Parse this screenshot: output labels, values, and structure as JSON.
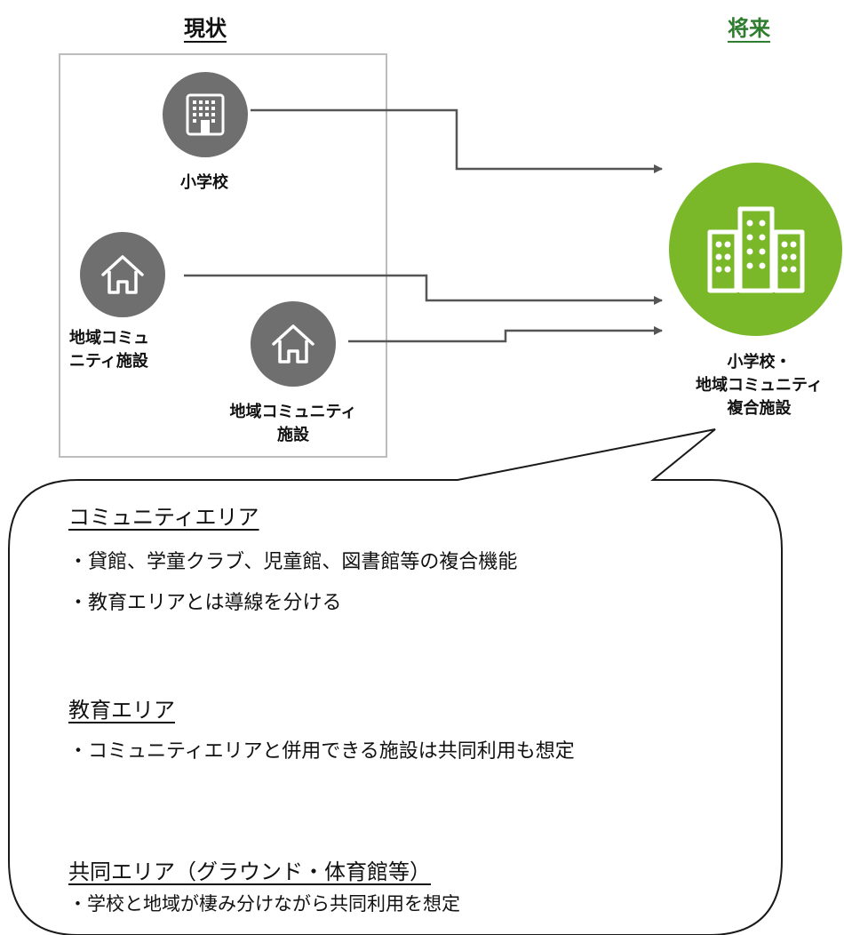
{
  "headings": {
    "current": "現状",
    "future": "将来"
  },
  "current_facilities": {
    "school": "小学校",
    "community1": "地域コミュ\nニティ施設",
    "community2": "地域コミュニティ\n施設"
  },
  "future_facility": {
    "label": "小学校・\n地域コミュニティ\n複合施設"
  },
  "bubble": {
    "sections": [
      {
        "title": "コミュニティエリア",
        "items": [
          "・貸館、学童クラブ、児童館、図書館等の複合機能",
          "・教育エリアとは導線を分ける"
        ]
      },
      {
        "title": "教育エリア",
        "items": [
          "・コミュニティエリアと併用できる施設は共同利用も想定"
        ]
      },
      {
        "title": "共同エリア（グラウンド・体育館等）",
        "items": [
          "・学校と地域が棲み分けながら共同利用を想定"
        ]
      }
    ]
  },
  "colors": {
    "icon_gray": "#6f6f6f",
    "future_green": "#7ab829",
    "heading_green": "#2f7d2f",
    "frame_gray": "#bdbdbd",
    "arrow": "#555555"
  },
  "icons": [
    "school-building-icon",
    "house-icon",
    "house-icon",
    "apartment-buildings-icon"
  ]
}
